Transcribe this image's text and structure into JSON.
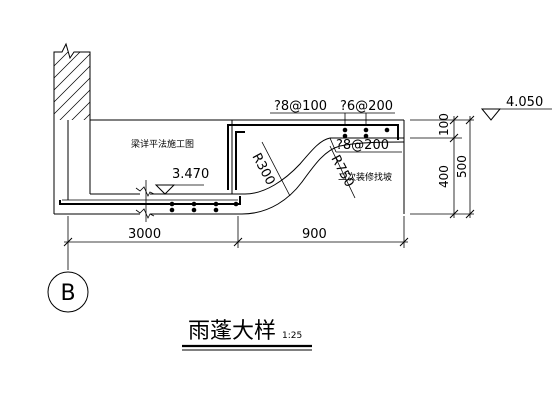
{
  "drawing": {
    "title": "雨蓬大样",
    "scale": "1:25",
    "grid_axis": "B",
    "beam_note": "梁详平法施工图",
    "finish_note": "二次装修找坡",
    "rebar_labels": {
      "top_bar": "?8@100",
      "dist_bar": "?6@200",
      "lower_bar": "?8@200"
    },
    "elevations": {
      "top": "4.050",
      "slab": "3.470"
    },
    "radii": {
      "outer": "R300",
      "inner": "R750"
    },
    "dimensions": {
      "span_left": "3000",
      "span_right": "900",
      "height_total": "500",
      "height_lower": "400",
      "height_upper": "100"
    }
  }
}
